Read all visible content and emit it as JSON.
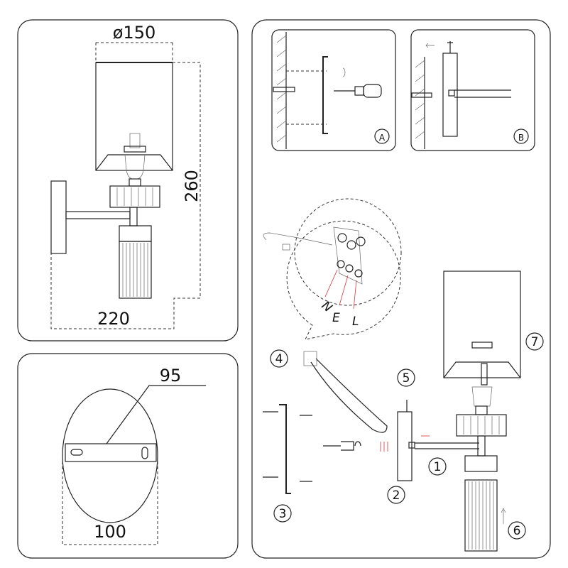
{
  "dimensions": {
    "shade_diameter": "ø150",
    "height": "260",
    "depth": "220",
    "plate_width": "95",
    "plate_height": "100"
  },
  "detail_labels": {
    "a": "A",
    "b": "B"
  },
  "wiring_labels": {
    "neutral": "N",
    "earth": "E",
    "live": "L"
  },
  "step_numbers": {
    "s1": "1",
    "s2": "2",
    "s3": "3",
    "s4": "4",
    "s5": "5",
    "s6": "6",
    "s7": "7"
  }
}
